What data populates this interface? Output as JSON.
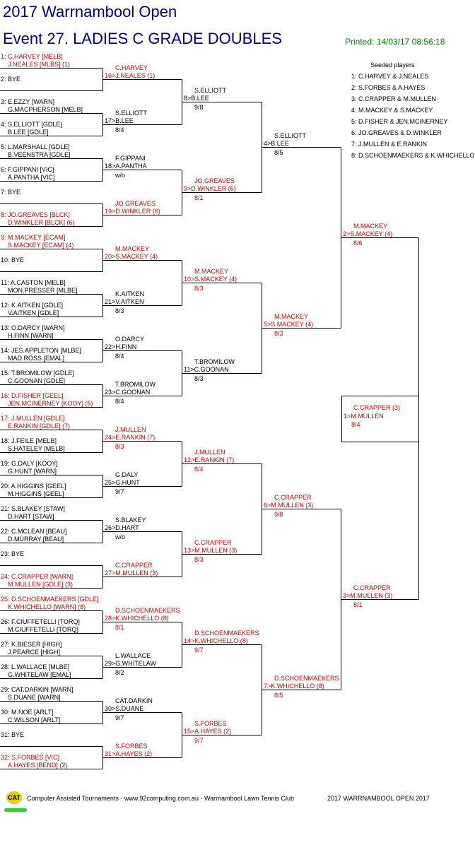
{
  "header": {
    "title": "2017 Warrnambool Open",
    "event": "Event 27. LADIES C GRADE DOUBLES",
    "printed": "Printed: 14/03/17 08:56:18"
  },
  "seeds": {
    "heading": "Seeded players",
    "list": [
      "1: C.HARVEY & J.NEALES",
      "2: S.FORBES & A.HAYES",
      "3: C.CRAPPER & M.MULLEN",
      "4: M.MACKEY & S.MACKEY",
      "5: D.FISHER & JEN.MCINERNEY",
      "6: JO.GREAVES & D.WINKLER",
      "7: J.MULLEN & E.RANKIN",
      "8: D.SCHOENMAEKERS & K.WHICHELLO"
    ]
  },
  "draw": [
    {
      "l1": "1: C.HARVEY [MELB]",
      "l2": "J.NEALES [MLBS] (1)",
      "red": true
    },
    {
      "l1": "2: BYE",
      "l2": "",
      "red": false
    },
    {
      "l1": "3: E.EZZY [WARN]",
      "l2": "G.MACPHERSON [MELB]",
      "red": false
    },
    {
      "l1": "4: S.ELLIOTT [GDLE]",
      "l2": "B.LEE [GDLE]",
      "red": false
    },
    {
      "l1": "5: L.MARSHALL [GDLE]",
      "l2": "B.VEENSTRA [GDLE]",
      "red": false
    },
    {
      "l1": "6: F.GIPPANI [VIC]",
      "l2": "A.PANTHA [VIC]",
      "red": false
    },
    {
      "l1": "7: BYE",
      "l2": "",
      "red": false
    },
    {
      "l1": "8: JO.GREAVES [BLCK]",
      "l2": "D.WINKLER [BLCK] (6)",
      "red": true
    },
    {
      "l1": "9: M.MACKEY [ECAM]",
      "l2": "S.MACKEY [ECAM] (4)",
      "red": true
    },
    {
      "l1": "10: BYE",
      "l2": "",
      "red": false
    },
    {
      "l1": "11: A.CASTON [MELB]",
      "l2": "MON.PRESSER [MLBE]",
      "red": false
    },
    {
      "l1": "12: K.AITKEN [GDLE]",
      "l2": "V.AITKEN [GDLE]",
      "red": false
    },
    {
      "l1": "13: O.DARCY [WARN]",
      "l2": "H.FINN [WARN]",
      "red": false
    },
    {
      "l1": "14: JES.APPLETON [MLBE]",
      "l2": "MAD.ROSS [EMAL]",
      "red": false
    },
    {
      "l1": "15: T.BROMILOW [GDLE]",
      "l2": "C.GOONAN [GDLE]",
      "red": false
    },
    {
      "l1": "16: D.FISHER [GEEL]",
      "l2": "JEN.MCINERNEY [KOOY] (5)",
      "red": true
    },
    {
      "l1": "17: J.MULLEN [GDLE]",
      "l2": "E.RANKIN [GDLE] (7)",
      "red": true
    },
    {
      "l1": "18: J.FEILE [MELB]",
      "l2": "S.HATELEY [MELB]",
      "red": false
    },
    {
      "l1": "19: G.DALY [KOOY]",
      "l2": "G.HUNT [WARN]",
      "red": false
    },
    {
      "l1": "20: A.HIGGINS [GEEL]",
      "l2": "M.HIGGINS [GEEL]",
      "red": false
    },
    {
      "l1": "21: S.BLAKEY [STAW]",
      "l2": "D.HART [STAW]",
      "red": false
    },
    {
      "l1": "22: C.MCLEAN [BEAU]",
      "l2": "D.MURRAY [BEAU]",
      "red": false
    },
    {
      "l1": "23: BYE",
      "l2": "",
      "red": false
    },
    {
      "l1": "24: C.CRAPPER [WARN]",
      "l2": "M.MULLEN [GDLE] (3)",
      "red": true
    },
    {
      "l1": "25: D.SCHOENMAEKERS [GDLE]",
      "l2": "K.WHICHELLO [WARN] (8)",
      "red": true
    },
    {
      "l1": "26: F.CIUFFETELLI [TORQ]",
      "l2": "M.CIUFFETELLI [TORQ]",
      "red": false
    },
    {
      "l1": "27: K.BIESER [HIGH]",
      "l2": "J.PEARCE [HIGH]",
      "red": false
    },
    {
      "l1": "28: L.WALLACE [MLBE]",
      "l2": "G.WHITELAW [EMAL]",
      "red": false
    },
    {
      "l1": "29: CAT.DARKIN [WARN]",
      "l2": "S.DUANE [WARN]",
      "red": false
    },
    {
      "l1": "30: M.NOE [ARLT]",
      "l2": "C.WILSON [ARLT]",
      "red": false
    },
    {
      "l1": "31: BYE",
      "l2": "",
      "red": false
    },
    {
      "l1": "32: S.FORBES [VIC]",
      "l2": "A.HAYES [BEND] (2)",
      "red": true
    }
  ],
  "round2": [
    {
      "l1": "C.HARVEY",
      "l2": "16>J.NEALES (1)",
      "s": "",
      "red": true
    },
    {
      "l1": "S.ELLIOTT",
      "l2": "17>B.LEE",
      "s": "8/4",
      "red": false
    },
    {
      "l1": "F.GIPPANI",
      "l2": "18>A.PANTHA",
      "s": "w/o",
      "red": false
    },
    {
      "l1": "JO.GREAVES",
      "l2": "19>D.WINKLER (6)",
      "s": "",
      "red": true
    },
    {
      "l1": "M.MACKEY",
      "l2": "20>S.MACKEY (4)",
      "s": "",
      "red": true
    },
    {
      "l1": "K.AITKEN",
      "l2": "21>V.AITKEN",
      "s": "8/3",
      "red": false
    },
    {
      "l1": "O.DARCY",
      "l2": "22>H.FINN",
      "s": "8/4",
      "red": false
    },
    {
      "l1": "T.BROMILOW",
      "l2": "23>C.GOONAN",
      "s": "8/4",
      "red": false
    },
    {
      "l1": "J.MULLEN",
      "l2": "24>E.RANKIN (7)",
      "s": "8/3",
      "red": true
    },
    {
      "l1": "G.DALY",
      "l2": "25>G.HUNT",
      "s": "9/7",
      "red": false
    },
    {
      "l1": "S.BLAKEY",
      "l2": "26>D.HART",
      "s": "w/o",
      "red": false
    },
    {
      "l1": "C.CRAPPER",
      "l2": "27>M.MULLEN (3)",
      "s": "",
      "red": true
    },
    {
      "l1": "D.SCHOENMAEKERS",
      "l2": "28>K.WHICHELLO (8)",
      "s": "8/1",
      "red": true
    },
    {
      "l1": "L.WALLACE",
      "l2": "29>G.WHITELAW",
      "s": "8/2",
      "red": false
    },
    {
      "l1": "CAT.DARKIN",
      "l2": "30>S.DUANE",
      "s": "9/7",
      "red": false
    },
    {
      "l1": "S.FORBES",
      "l2": "31>A.HAYES (2)",
      "s": "",
      "red": true
    }
  ],
  "round3": [
    {
      "l1": "S.ELLIOTT",
      "l2": "8>B.LEE",
      "s": "9/8",
      "red": false
    },
    {
      "l1": "JO.GREAVES",
      "l2": "9>D.WINKLER (6)",
      "s": "8/1",
      "red": true
    },
    {
      "l1": "M.MACKEY",
      "l2": "10>S.MACKEY (4)",
      "s": "8/3",
      "red": true
    },
    {
      "l1": "T.BROMILOW",
      "l2": "11>C.GOONAN",
      "s": "8/3",
      "red": false
    },
    {
      "l1": "J.MULLEN",
      "l2": "12>E.RANKIN (7)",
      "s": "8/4",
      "red": true
    },
    {
      "l1": "C.CRAPPER",
      "l2": "13>M.MULLEN (3)",
      "s": "8/3",
      "red": true
    },
    {
      "l1": "D.SCHOENMAEKERS",
      "l2": "14>K.WHICHELLO (8)",
      "s": "9/7",
      "red": true
    },
    {
      "l1": "S.FORBES",
      "l2": "15>A.HAYES (2)",
      "s": "9/7",
      "red": true
    }
  ],
  "round4": [
    {
      "l1": "S.ELLIOTT",
      "l2": "4>B.LEE",
      "s": "8/5",
      "red": false
    },
    {
      "l1": "M.MACKEY",
      "l2": "5>S.MACKEY (4)",
      "s": "8/3",
      "red": true
    },
    {
      "l1": "C.CRAPPER",
      "l2": "6>M.MULLEN (3)",
      "s": "9/8",
      "red": true
    },
    {
      "l1": "D.SCHOENMAEKERS",
      "l2": "7>K.WHICHELLO (8)",
      "s": "8/5",
      "red": true
    }
  ],
  "round5": [
    {
      "l1": "M.MACKEY",
      "l2": "2>S.MACKEY (4)",
      "s": "8/6",
      "red": true
    },
    {
      "l1": "C.CRAPPER",
      "l2": "3>M.MULLEN (3)",
      "s": "8/1",
      "red": true
    }
  ],
  "final": {
    "l1": "C.CRAPPER (3)",
    "l2": "1>M.MULLEN",
    "s": "8/4",
    "red": true
  },
  "footer": {
    "logo": "CAT",
    "left": "Computer Assisted Tournaments - www.92computing.com.au -  Warrnambool Lawn Tennis Club",
    "right": "2017 WARRNAMBOOL OPEN 2017"
  },
  "colors": {
    "title": "#000080",
    "printed": "#008000",
    "seed_text": "#cc0000"
  }
}
